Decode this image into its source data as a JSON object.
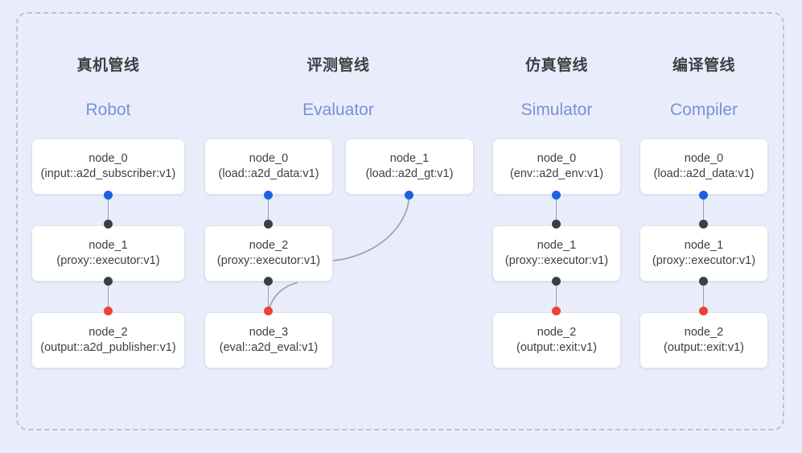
{
  "diagram": {
    "background_color": "#e9edfb",
    "frame_border_color": "#b9c3d6",
    "port_colors": {
      "output": "#1b63de",
      "input": "#3c4043",
      "terminal": "#ea4335"
    }
  },
  "columns": [
    {
      "id": "robot",
      "title_cn": "真机管线",
      "title_en": "Robot",
      "nodes": [
        {
          "name": "node_0",
          "type": "(input::a2d_subscriber:v1)"
        },
        {
          "name": "node_1",
          "type": "(proxy::executor:v1)"
        },
        {
          "name": "node_2",
          "type": "(output::a2d_publisher:v1)"
        }
      ]
    },
    {
      "id": "evaluator",
      "title_cn": "评测管线",
      "title_en": "Evaluator",
      "nodes": [
        {
          "name": "node_0",
          "type": "(load::a2d_data:v1)"
        },
        {
          "name": "node_1",
          "type": "(load::a2d_gt:v1)"
        },
        {
          "name": "node_2",
          "type": "(proxy::executor:v1)"
        },
        {
          "name": "node_3",
          "type": "(eval::a2d_eval:v1)"
        }
      ]
    },
    {
      "id": "simulator",
      "title_cn": "仿真管线",
      "title_en": "Simulator",
      "nodes": [
        {
          "name": "node_0",
          "type": "(env::a2d_env:v1)"
        },
        {
          "name": "node_1",
          "type": "(proxy::executor:v1)"
        },
        {
          "name": "node_2",
          "type": "(output::exit:v1)"
        }
      ]
    },
    {
      "id": "compiler",
      "title_cn": "编译管线",
      "title_en": "Compiler",
      "nodes": [
        {
          "name": "node_0",
          "type": "(load::a2d_data:v1)"
        },
        {
          "name": "node_1",
          "type": "(proxy::executor:v1)"
        },
        {
          "name": "node_2",
          "type": "(output::exit:v1)"
        }
      ]
    }
  ]
}
